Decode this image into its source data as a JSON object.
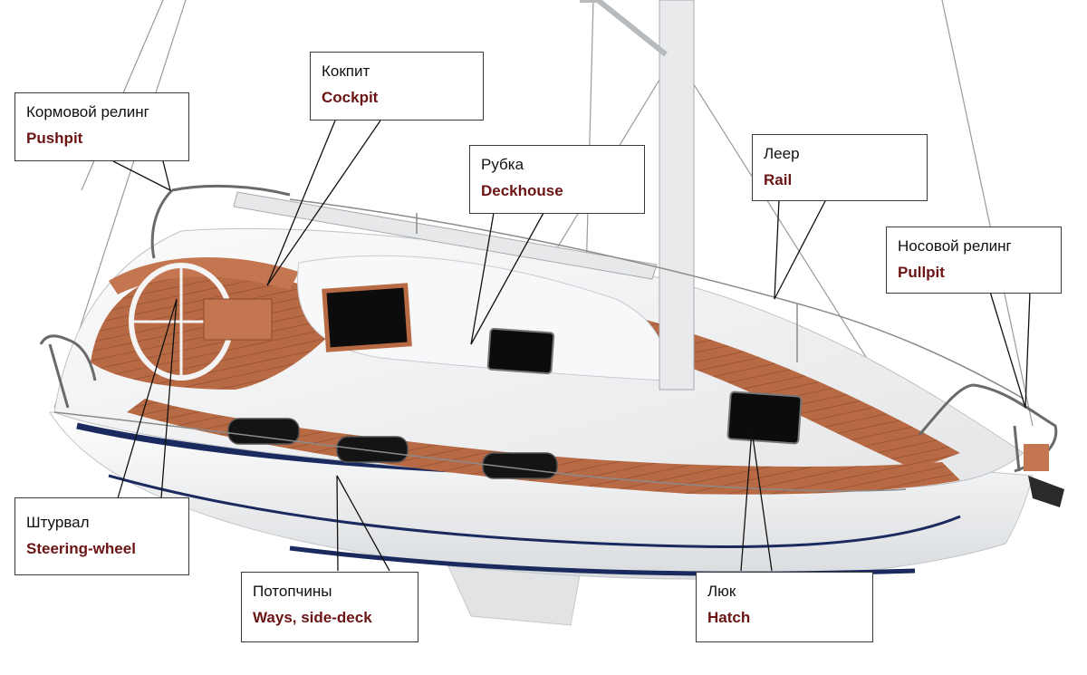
{
  "colors": {
    "label_en": "#6b1414",
    "label_ru": "#111111",
    "teak": "#b86a45",
    "teak_dark": "#8c4a2c",
    "hull": "#f2f3f4",
    "stripe": "#1a2a5e"
  },
  "labels": [
    {
      "id": "pushpit",
      "ru": "Кормовой релинг",
      "en": "Pushpit"
    },
    {
      "id": "cockpit",
      "ru": "Кокпит",
      "en": "Cockpit"
    },
    {
      "id": "deckhouse",
      "ru": "Рубка",
      "en": "Deckhouse"
    },
    {
      "id": "rail",
      "ru": "Леер",
      "en": "Rail"
    },
    {
      "id": "pullpit",
      "ru": "Носовой релинг",
      "en": "Pullpit"
    },
    {
      "id": "steering",
      "ru": "Штурвал",
      "en": "Steering-wheel"
    },
    {
      "id": "ways",
      "ru": "Потопчины",
      "en": "Ways, side-deck"
    },
    {
      "id": "hatch",
      "ru": "Люк",
      "en": "Hatch"
    }
  ]
}
